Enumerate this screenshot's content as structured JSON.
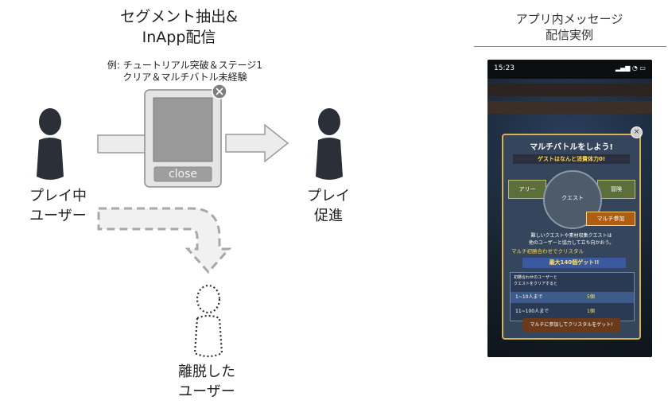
{
  "diagram": {
    "title": [
      "セグメント抽出&",
      "InApp配信"
    ],
    "condition": [
      "例: チュートリアル突破＆ステージ1",
      "クリア＆マルチバトル未経験"
    ],
    "left_label": [
      "プレイ中",
      "ユーザー"
    ],
    "right_label": [
      "プレイ",
      "促進"
    ],
    "bottom_label": [
      "離脱した",
      "ユーザー"
    ],
    "close_button": "close",
    "colors": {
      "user": "#2b2f38",
      "arrow_fill": "#ececec",
      "arrow_stroke": "#9a9a9a",
      "dashed": "#a8a8a8",
      "phone_body": "#e4e4e4",
      "screen": "#999999"
    }
  },
  "example_panel": {
    "title": [
      "アプリ内メッセージ",
      "配信実例"
    ],
    "screenshot": {
      "time": "15:23",
      "modal_title": "マルチバトルをしよう!",
      "banner": "ゲストはなんと消費体力0!",
      "hub_left": "アリー",
      "hub_center": "クエスト",
      "hub_right": "冒険",
      "multi_button": "マルチ参加",
      "desc": [
        "難しいクエストや素材収集クエストは",
        "他のユーザーと協力して立ち向かおう。"
      ],
      "crystal_line": "マルチ初勝合わせでクリスタル",
      "crystal_banner": "最大140個ゲット!!",
      "table_rows": [
        [
          "1~10人まで",
          "5個"
        ],
        [
          "11~100人まで",
          "1個"
        ]
      ],
      "table_head": [
        "初勝合わせのユーザーと",
        "クエストをクリアすると"
      ],
      "bottom_banner": "マルチに参加してクリスタルをゲット!"
    }
  }
}
